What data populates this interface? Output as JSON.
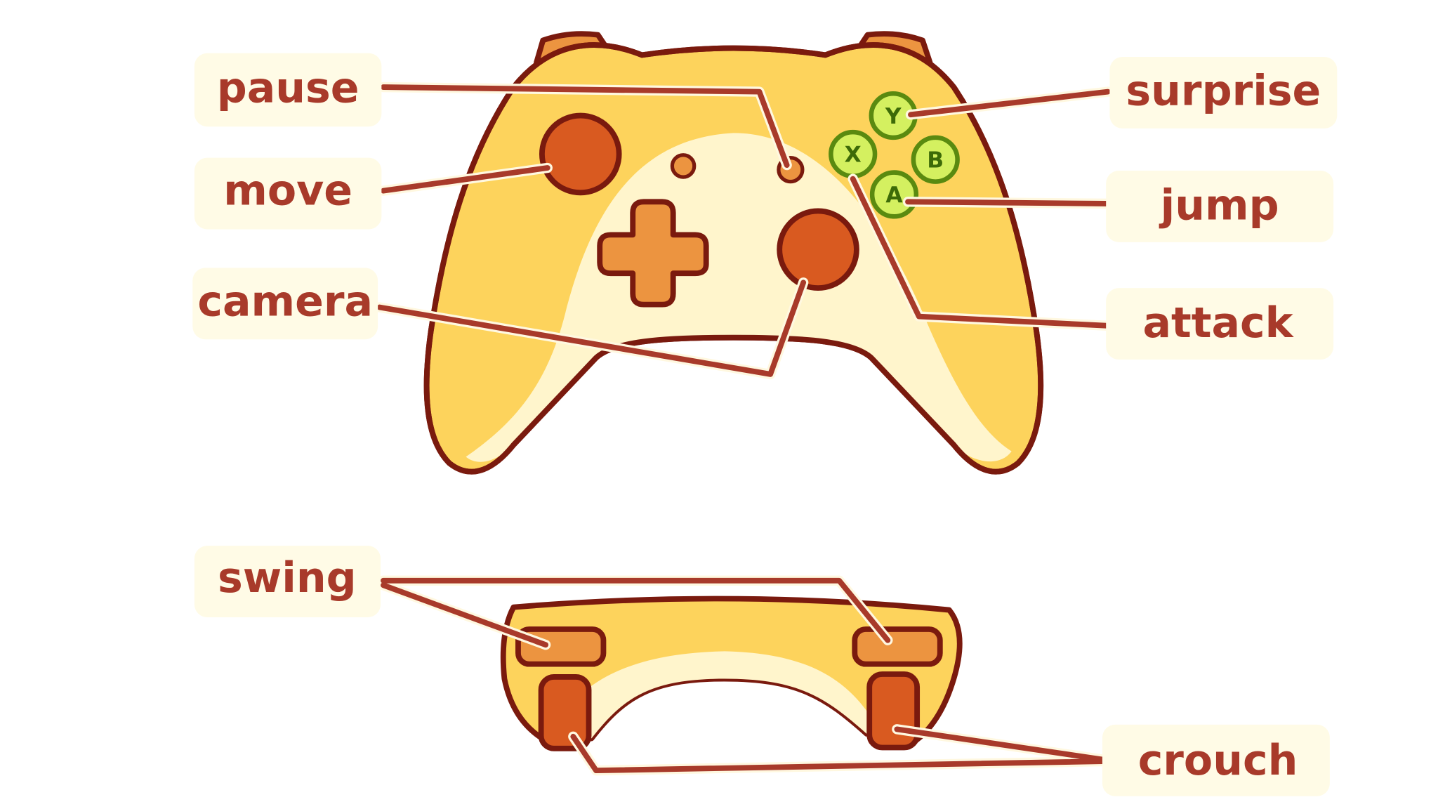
{
  "labels": {
    "pause": "pause",
    "move": "move",
    "camera": "camera",
    "swing": "swing",
    "surprise": "surprise",
    "jump": "jump",
    "attack": "attack",
    "crouch": "crouch"
  },
  "face_buttons": {
    "y": "Y",
    "x": "X",
    "b": "B",
    "a": "A"
  },
  "colors": {
    "body": "#fdd35c",
    "body_highlight": "#fff5cc",
    "outline": "#7a1a0e",
    "stick": "#d95a20",
    "dpad": "#ec9440",
    "face_button": "#d4f060",
    "leader_line": "#a83a2a",
    "label_bg": "#fffbe6"
  }
}
